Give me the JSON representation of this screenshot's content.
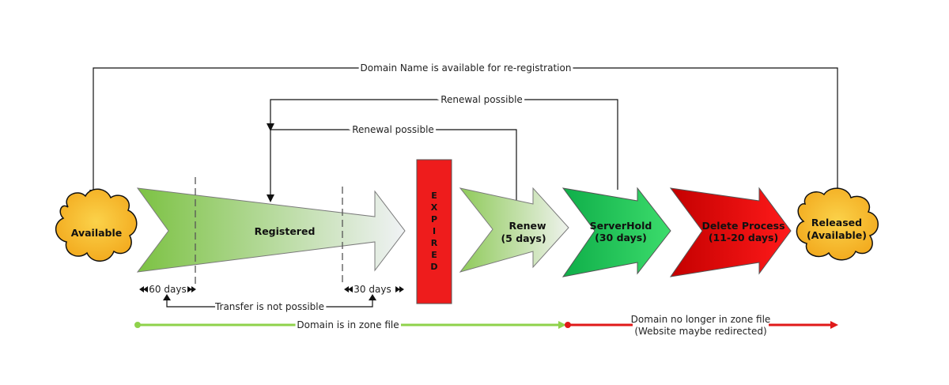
{
  "labels": {
    "available": "Available",
    "registered": "Registered",
    "expired_letters": [
      "E",
      "X",
      "P",
      "I",
      "R",
      "E",
      "D"
    ],
    "renew_line1": "Renew",
    "renew_line2": "(5 days)",
    "serverhold_line1": "ServerHold",
    "serverhold_line2": "(30 days)",
    "delete_line1": "Delete Process",
    "delete_line2": "(11-20 days)",
    "released_line1": "Released",
    "released_line2": "(Available)",
    "reregistration": "Domain Name is available for re-registration",
    "renewal_outer": "Renewal possible",
    "renewal_inner": "Renewal possible",
    "sixty_days": "60 days",
    "thirty_days": "30 days",
    "transfer": "Transfer is not possible",
    "in_zone": "Domain is in zone file",
    "not_in_zone_line1": "Domain no longer in zone file",
    "not_in_zone_line2": "(Website maybe redirected)"
  },
  "colors": {
    "cloud_fill": "#f7b72a",
    "registered_start": "#7cc243",
    "registered_end": "#f0f2f5",
    "expired": "#ee1c1c",
    "renew_start": "#8fca5a",
    "renew_end": "#eef2ec",
    "serverhold_start": "#0fae49",
    "serverhold_end": "#3cdc6c",
    "delete_start": "#cc0000",
    "delete_end": "#ff1a1a",
    "zone_green": "#8fd24b",
    "zone_red": "#e01919"
  }
}
